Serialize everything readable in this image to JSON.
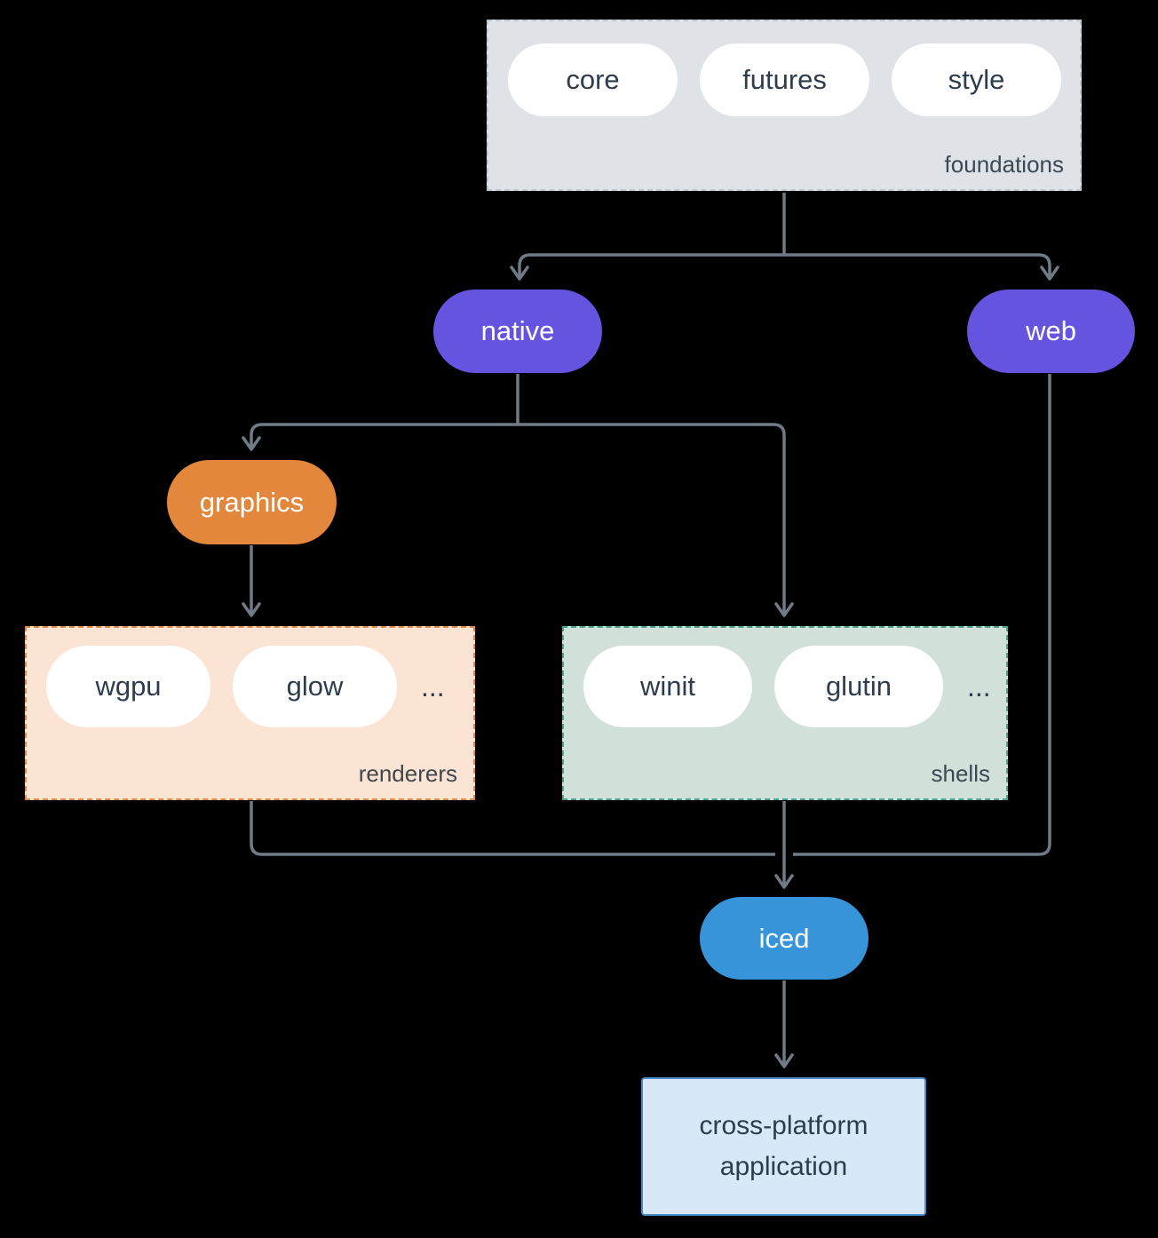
{
  "groups": {
    "foundations": {
      "label": "foundations",
      "pills": [
        "core",
        "futures",
        "style"
      ]
    },
    "renderers": {
      "label": "renderers",
      "pills": [
        "wgpu",
        "glow"
      ],
      "ellipsis": "..."
    },
    "shells": {
      "label": "shells",
      "pills": [
        "winit",
        "glutin"
      ],
      "ellipsis": "..."
    }
  },
  "nodes": {
    "native": {
      "label": "native"
    },
    "web": {
      "label": "web"
    },
    "graphics": {
      "label": "graphics"
    },
    "iced": {
      "label": "iced"
    },
    "application": {
      "label": "cross-platform application"
    }
  },
  "colors": {
    "background": "#000000",
    "purple": "#6554e0",
    "orange": "#e2873b",
    "blue": "#3894d9",
    "foundations_fill": "#dfe3e7",
    "renderers_fill": "#fbe4d3",
    "renderers_border": "#df8a45",
    "shells_fill": "#d2e0da",
    "shells_border": "#4aa28f",
    "application_fill": "#d8e8f8",
    "application_border": "#4a8cc9",
    "arrow": "#6f7b87",
    "pill_text": "#2e3d4d"
  }
}
